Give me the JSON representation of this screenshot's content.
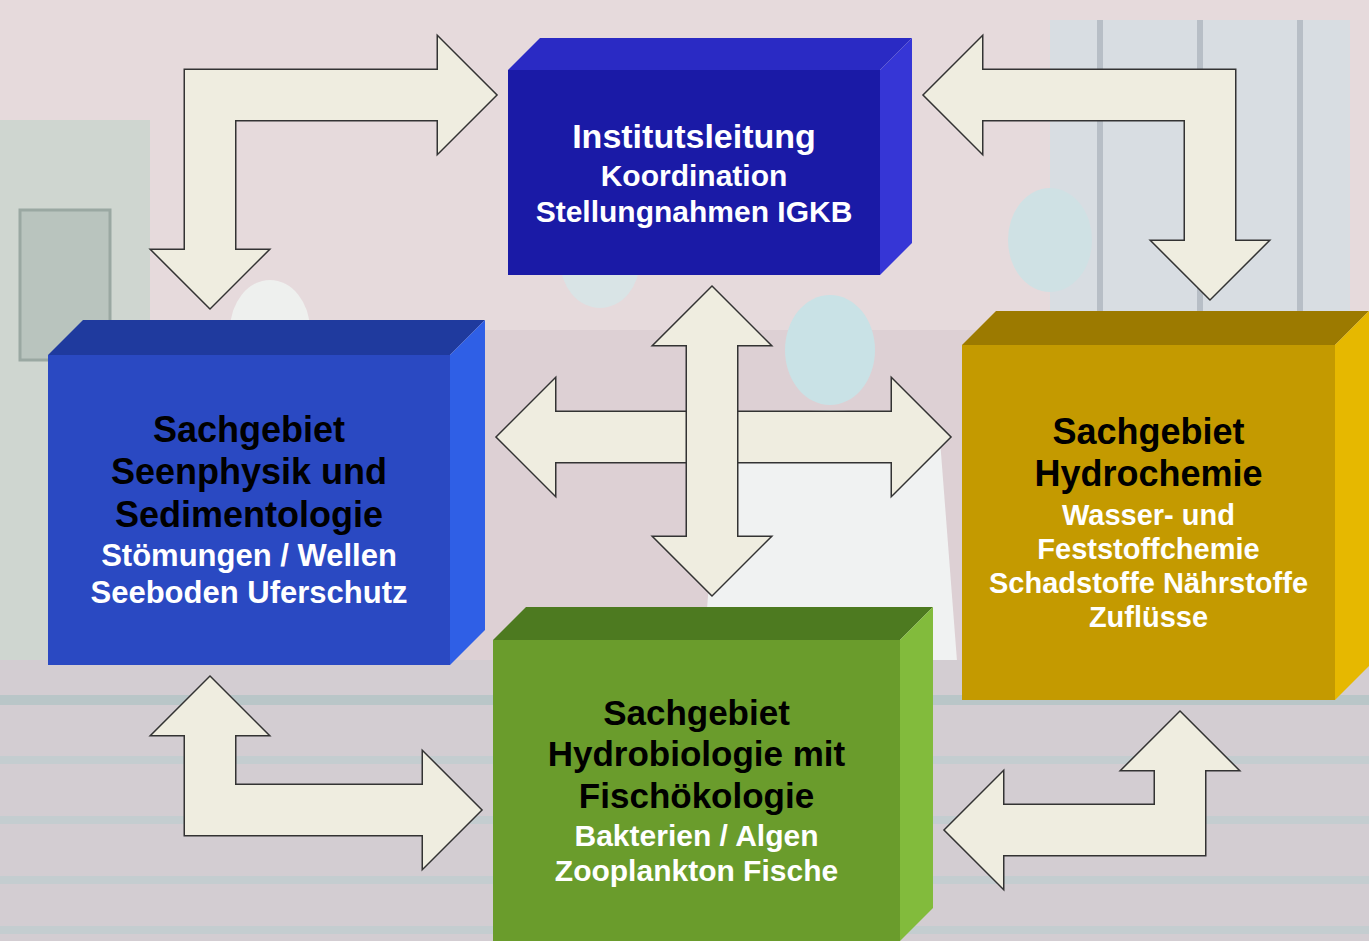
{
  "diagram": {
    "nodes": [
      {
        "text": [
          "Institutsleitung",
          "Koordination Stellungnahmen IGKB"
        ]
      },
      {
        "text": [
          "Sachgebiet Seenphysik und Sedimentologie",
          "Stömungen / Wellen Seeboden Uferschutz"
        ]
      },
      {
        "text": [
          "Sachgebiet Hydrochemie",
          "Wasser- und Feststoffchemie Schadstoffe Nährstoffe Zuflüsse"
        ]
      },
      {
        "text": [
          "Sachgebiet Hydrobiologie mit Fischökologie",
          "Bakterien / Algen Zooplankton Fische"
        ]
      }
    ],
    "edges": [
      {
        "from": 1,
        "to": 0,
        "arrow": "both"
      },
      {
        "from": 0,
        "to": 2,
        "arrow": "both"
      },
      {
        "from": 1,
        "to": 3,
        "arrow": "both"
      },
      {
        "from": 3,
        "to": 2,
        "arrow": "both"
      },
      {
        "from": 1,
        "to": 2,
        "arrow": "both"
      },
      {
        "from": 0,
        "to": 3,
        "arrow": "both"
      }
    ]
  }
}
